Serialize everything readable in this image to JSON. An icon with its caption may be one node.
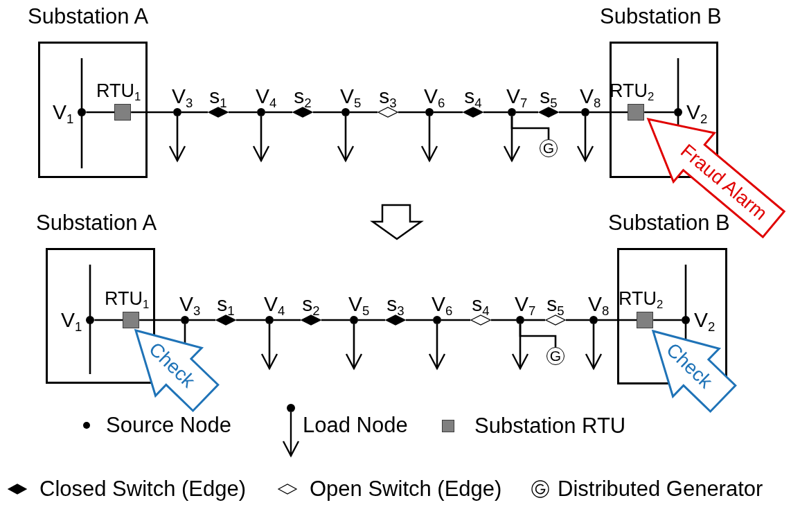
{
  "diagram": {
    "nodes": [
      {
        "text": [
          "Substation A"
        ]
      },
      {
        "text": [
          "V$_{1}$"
        ],
        "in": 0
      },
      {
        "text": [
          "RTU$_{1}$"
        ],
        "in": 0
      },
      {
        "text": [
          "V$_{3}$"
        ]
      },
      {
        "text": [
          "s$_{1}$"
        ]
      },
      {
        "text": [
          "V$_{4}$"
        ]
      },
      {
        "text": [
          "s$_{2}$"
        ]
      },
      {
        "text": [
          "V$_{5}$"
        ]
      },
      {
        "text": [
          "s$_{3}$"
        ]
      },
      {
        "text": [
          "V$_{6}$"
        ]
      },
      {
        "text": [
          "s$_{4}$"
        ]
      },
      {
        "text": [
          "V$_{7}$"
        ]
      },
      {
        "text": [
          "s$_{5}$"
        ]
      },
      {
        "text": [
          "V$_{8}$"
        ]
      },
      {
        "text": [
          "Substation B"
        ]
      },
      {
        "text": [
          "RTU$_{2}$"
        ],
        "in": 14
      },
      {
        "text": [
          "V$_{2}$"
        ],
        "in": 14
      },
      {
        "text": [
          "G"
        ]
      },
      {
        "text": [
          "Fraud Alarm"
        ]
      },
      {
        "text": [
          "Substation A"
        ]
      },
      {
        "text": [
          "V$_{1}$"
        ],
        "in": 19
      },
      {
        "text": [
          "RTU$_{1}$"
        ],
        "in": 19
      },
      {
        "text": [
          "V$_{3}$"
        ]
      },
      {
        "text": [
          "s$_{1}$"
        ]
      },
      {
        "text": [
          "V$_{4}$"
        ]
      },
      {
        "text": [
          "s$_{2}$"
        ]
      },
      {
        "text": [
          "V$_{5}$"
        ]
      },
      {
        "text": [
          "s$_{3}$"
        ]
      },
      {
        "text": [
          "V$_{6}$"
        ]
      },
      {
        "text": [
          "s$_{4}$"
        ]
      },
      {
        "text": [
          "V$_{7}$"
        ]
      },
      {
        "text": [
          "s$_{5}$"
        ]
      },
      {
        "text": [
          "V$_{8}$"
        ]
      },
      {
        "text": [
          "Substation B"
        ]
      },
      {
        "text": [
          "RTU$_{2}$"
        ],
        "in": 33
      },
      {
        "text": [
          "V$_{2}$"
        ],
        "in": 33
      },
      {
        "text": [
          "G"
        ]
      },
      {
        "text": [
          "Check"
        ]
      },
      {
        "text": [
          "Check"
        ]
      }
    ],
    "edges": [
      {
        "from": 1,
        "to": 2,
        "arrow": "none"
      },
      {
        "from": 2,
        "to": 3,
        "arrow": "none"
      },
      {
        "from": 3,
        "to": 4,
        "arrow": "none"
      },
      {
        "from": 4,
        "to": 5,
        "arrow": "none"
      },
      {
        "from": 5,
        "to": 6,
        "arrow": "none"
      },
      {
        "from": 6,
        "to": 7,
        "arrow": "none"
      },
      {
        "from": 7,
        "to": 8,
        "arrow": "none"
      },
      {
        "from": 8,
        "to": 9,
        "arrow": "none"
      },
      {
        "from": 9,
        "to": 10,
        "arrow": "none"
      },
      {
        "from": 10,
        "to": 11,
        "arrow": "none"
      },
      {
        "from": 11,
        "to": 12,
        "arrow": "none"
      },
      {
        "from": 12,
        "to": 13,
        "arrow": "none"
      },
      {
        "from": 13,
        "to": 15,
        "arrow": "none"
      },
      {
        "from": 15,
        "to": 16,
        "arrow": "none"
      },
      {
        "from": 3,
        "to": null,
        "arrow": "to"
      },
      {
        "from": 5,
        "to": null,
        "arrow": "to"
      },
      {
        "from": 7,
        "to": null,
        "arrow": "to"
      },
      {
        "from": 9,
        "to": null,
        "arrow": "to"
      },
      {
        "from": 11,
        "to": null,
        "arrow": "to"
      },
      {
        "from": 13,
        "to": null,
        "arrow": "to"
      },
      {
        "from": 11,
        "to": 17,
        "arrow": "none"
      },
      {
        "from": 20,
        "to": 21,
        "arrow": "none"
      },
      {
        "from": 21,
        "to": 22,
        "arrow": "none"
      },
      {
        "from": 22,
        "to": 23,
        "arrow": "none"
      },
      {
        "from": 23,
        "to": 24,
        "arrow": "none"
      },
      {
        "from": 24,
        "to": 25,
        "arrow": "none"
      },
      {
        "from": 25,
        "to": 26,
        "arrow": "none"
      },
      {
        "from": 26,
        "to": 27,
        "arrow": "none"
      },
      {
        "from": 27,
        "to": 28,
        "arrow": "none"
      },
      {
        "from": 28,
        "to": 29,
        "arrow": "none"
      },
      {
        "from": 29,
        "to": 30,
        "arrow": "none"
      },
      {
        "from": 30,
        "to": 31,
        "arrow": "none"
      },
      {
        "from": 31,
        "to": 32,
        "arrow": "none"
      },
      {
        "from": 32,
        "to": 34,
        "arrow": "none"
      },
      {
        "from": 34,
        "to": 35,
        "arrow": "none"
      },
      {
        "from": 22,
        "to": 37,
        "arrow": "none"
      },
      {
        "from": 24,
        "to": null,
        "arrow": "to"
      },
      {
        "from": 26,
        "to": null,
        "arrow": "to"
      },
      {
        "from": 28,
        "to": null,
        "arrow": "to"
      },
      {
        "from": 30,
        "to": null,
        "arrow": "to"
      },
      {
        "from": 32,
        "to": null,
        "arrow": "to"
      },
      {
        "from": 30,
        "to": 36,
        "arrow": "none"
      }
    ],
    "legend": [
      {
        "text": "Source Node"
      },
      {
        "text": "Load Node"
      },
      {
        "text": "Substation RTU",
        "color": "#808080"
      },
      {
        "text": "Closed Switch (Edge)"
      },
      {
        "text": "Open Switch (Edge)"
      },
      {
        "text": "Distributed Generator"
      }
    ]
  }
}
